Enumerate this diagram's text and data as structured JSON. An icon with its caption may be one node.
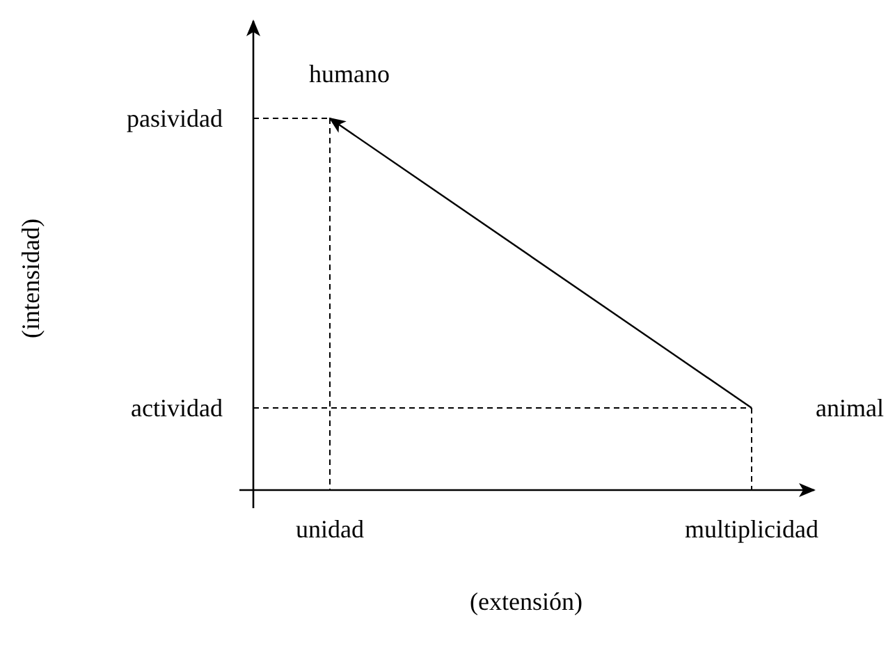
{
  "diagram": {
    "nodes": [
      {
        "text": [
          "humano"
        ]
      },
      {
        "text": [
          "animal"
        ]
      }
    ],
    "edges": [
      {
        "from": 1,
        "to": 0,
        "arrow": "to"
      }
    ],
    "labels": [
      "(intensidad)",
      "pasividad",
      "actividad",
      "unidad",
      "multiplicidad",
      "(extensión)"
    ]
  }
}
